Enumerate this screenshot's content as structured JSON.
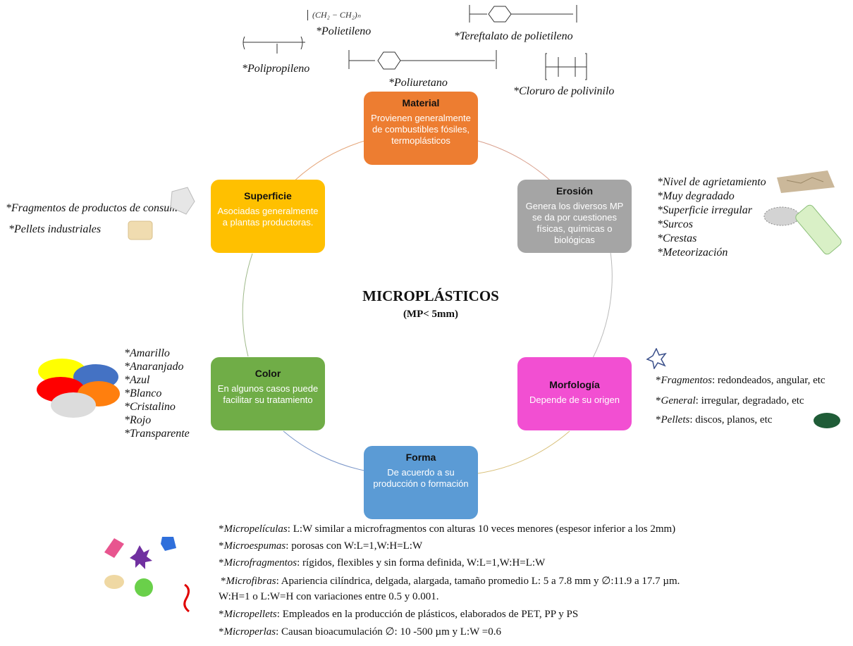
{
  "center": {
    "title": "MICROPLÁSTICOS",
    "subtitle": "(MP< 5mm)"
  },
  "boxes": {
    "material": {
      "title": "Material",
      "body": "Provienen generalmente de combustibles fósiles, termoplásticos",
      "color": "#ed7d31"
    },
    "erosion": {
      "title": "Erosión",
      "body": "Genera los diversos MP se da por cuestiones físicas, químicas o biológicas",
      "color": "#a5a5a5"
    },
    "morfologia": {
      "title": "Morfología",
      "body": "Depende de su origen",
      "color": "#f24fd2"
    },
    "forma": {
      "title": "Forma",
      "body": "De acuerdo a su producción o formación",
      "color": "#5b9bd5"
    },
    "color": {
      "title": "Color",
      "body": "En algunos casos puede facilitar su tratamiento",
      "color": "#70ad47"
    },
    "superficie": {
      "title": "Superficie",
      "body": "Asociadas generalmente a plantas productoras.",
      "color": "#ffc000"
    }
  },
  "polymers": {
    "polietileno": "*Polietileno",
    "polietileno_formula": "(CH₂ − CH₂)ₙ",
    "pet": "*Tereftalato de polietileno",
    "polipropileno": "*Polipropileno",
    "poliuretano": "*Poliuretano",
    "pvc": "*Cloruro de polivinilo"
  },
  "erosion_list": [
    "*Nivel de agrietamiento",
    "*Muy degradado",
    "*Superficie irregular",
    "*Surcos",
    "*Crestas",
    "*Meteorización"
  ],
  "superficie_list": [
    "*Fragmentos de productos de consumo",
    "*Pellets industriales"
  ],
  "color_list": [
    "*Amarillo",
    "*Anaranjado",
    "*Azul",
    "*Blanco",
    "*Cristalino",
    "*Rojo",
    "*Transparente"
  ],
  "morfologia_list": [
    {
      "term": "Fragmentos",
      "sep": ":",
      "desc": " redondeados, angular, etc"
    },
    {
      "term": "General",
      "sep": ":",
      "desc": " irregular, degradado, etc"
    },
    {
      "term": "Pellets",
      "sep": ":",
      "desc": " discos, planos, etc"
    }
  ],
  "forma_list": [
    {
      "term": "Micropelículas",
      "sep": ":",
      "desc": " L:W similar a microfragmentos con alturas 10 veces menores (espesor inferior a los 2mm)"
    },
    {
      "term": "Microespumas",
      "sep": ":",
      "desc": " porosas con  W:L=1,W:H=L:W"
    },
    {
      "term": "Microfragmentos",
      "sep": ":",
      "desc": " rígidos, flexibles y sin forma definida, W:L=1,W:H=L:W"
    },
    {
      "term": "Microfibras",
      "sep": ":",
      "desc": " Apariencia cilíndrica, delgada, alargada, tamaño promedio L: 5 a 7.8 mm y ∅:11.9 a 17.7 µm."
    },
    {
      "term": "",
      "sep": "",
      "desc": "W:H=1 o L:W=H  con variaciones entre 0.5 y 0.001."
    },
    {
      "term": "Micropellets",
      "sep": ":",
      "desc": " Empleados en la producción de plásticos, elaborados de PET, PP y PS"
    },
    {
      "term": "Microperlas",
      "sep": ":",
      "desc": " Causan bioacumulación ∅: 10 -500 µm y L:W =0.6"
    }
  ]
}
